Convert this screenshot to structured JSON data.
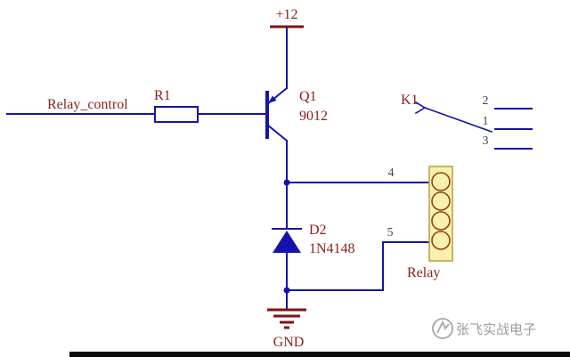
{
  "title": "relay-driver-schematic",
  "power": {
    "vcc_label": "+12",
    "gnd_label": "GND"
  },
  "nets": {
    "input_label": "Relay_control"
  },
  "components": {
    "resistor": {
      "designator": "R1"
    },
    "transistor": {
      "designator": "Q1",
      "part": "9012"
    },
    "diode": {
      "designator": "D2",
      "part": "1N4148"
    },
    "relay": {
      "designator": "K1",
      "name": "Relay",
      "pins": {
        "p1": "1",
        "p2": "2",
        "p3": "3",
        "p4": "4",
        "p5": "5"
      }
    }
  },
  "watermark": {
    "text": "张飞实战电子"
  },
  "colors": {
    "wire": "#1414ac",
    "label": "#87221d",
    "power_symbol": "#7e1414",
    "pin_number": "#474747",
    "coil_fill": "#f9f1ac",
    "coil_border": "#b0a23c",
    "coil_loops": "#94401f",
    "watermark": "#9c9c9c",
    "background": "#ffffff"
  }
}
